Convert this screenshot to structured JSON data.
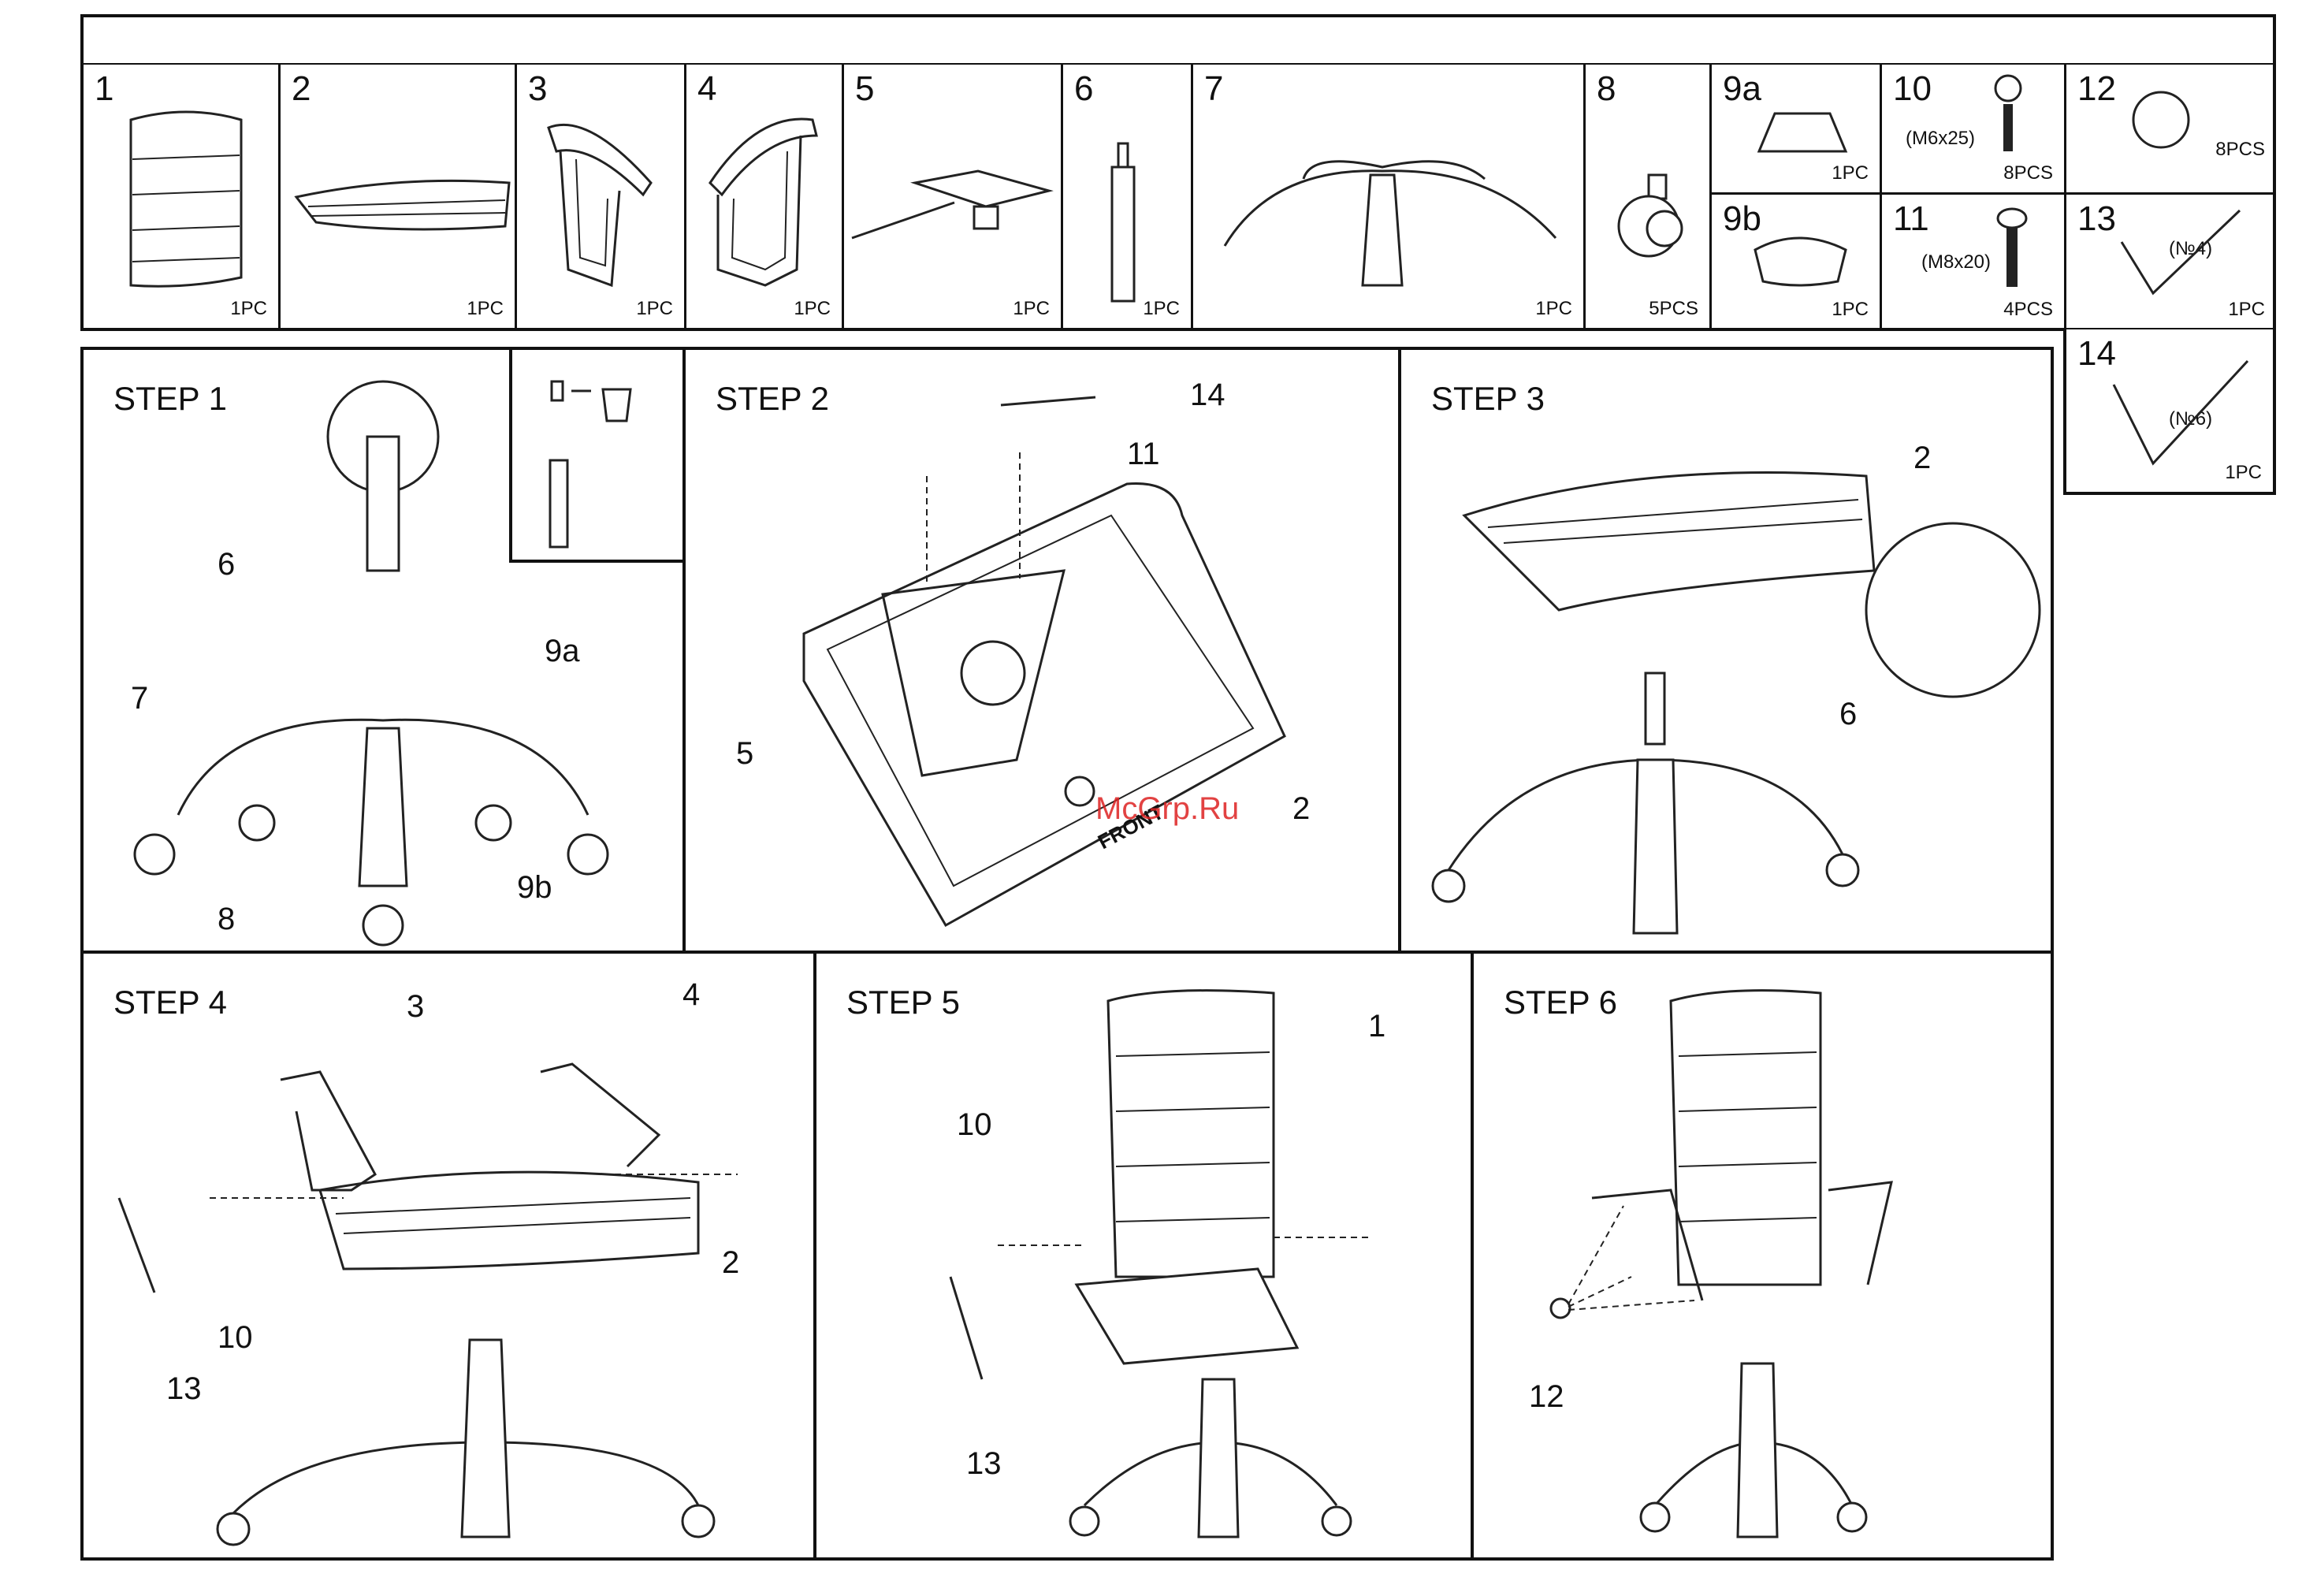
{
  "parts": [
    {
      "num": "1",
      "qty": "1PC"
    },
    {
      "num": "2",
      "qty": "1PC"
    },
    {
      "num": "3",
      "qty": "1PC"
    },
    {
      "num": "4",
      "qty": "1PC"
    },
    {
      "num": "5",
      "qty": "1PC"
    },
    {
      "num": "6",
      "qty": "1PC"
    },
    {
      "num": "7",
      "qty": "1PC"
    },
    {
      "num": "8",
      "qty": "5PCS"
    },
    {
      "num": "9a",
      "qty": "1PC"
    },
    {
      "num": "9b",
      "qty": "1PC"
    },
    {
      "num": "10",
      "spec": "(M6x25)",
      "qty": "8PCS"
    },
    {
      "num": "11",
      "spec": "(M8x20)",
      "qty": "4PCS"
    },
    {
      "num": "12",
      "qty": "8PCS"
    },
    {
      "num": "13",
      "spec": "(№4)",
      "qty": "1PC"
    },
    {
      "num": "14",
      "spec": "(№6)",
      "qty": "1PC"
    }
  ],
  "steps": [
    {
      "title": "STEP 1",
      "callouts": [
        "6",
        "9a",
        "7",
        "9b",
        "8"
      ]
    },
    {
      "title": "STEP 2",
      "callouts": [
        "14",
        "11",
        "5",
        "2"
      ],
      "front_label": "FRONT"
    },
    {
      "title": "STEP 3",
      "callouts": [
        "2",
        "6"
      ]
    },
    {
      "title": "STEP 4",
      "callouts": [
        "3",
        "4",
        "2",
        "10",
        "13"
      ]
    },
    {
      "title": "STEP 5",
      "callouts": [
        "1",
        "10",
        "13"
      ]
    },
    {
      "title": "STEP 6",
      "callouts": [
        "12"
      ]
    }
  ],
  "watermark": "McGrp.Ru"
}
